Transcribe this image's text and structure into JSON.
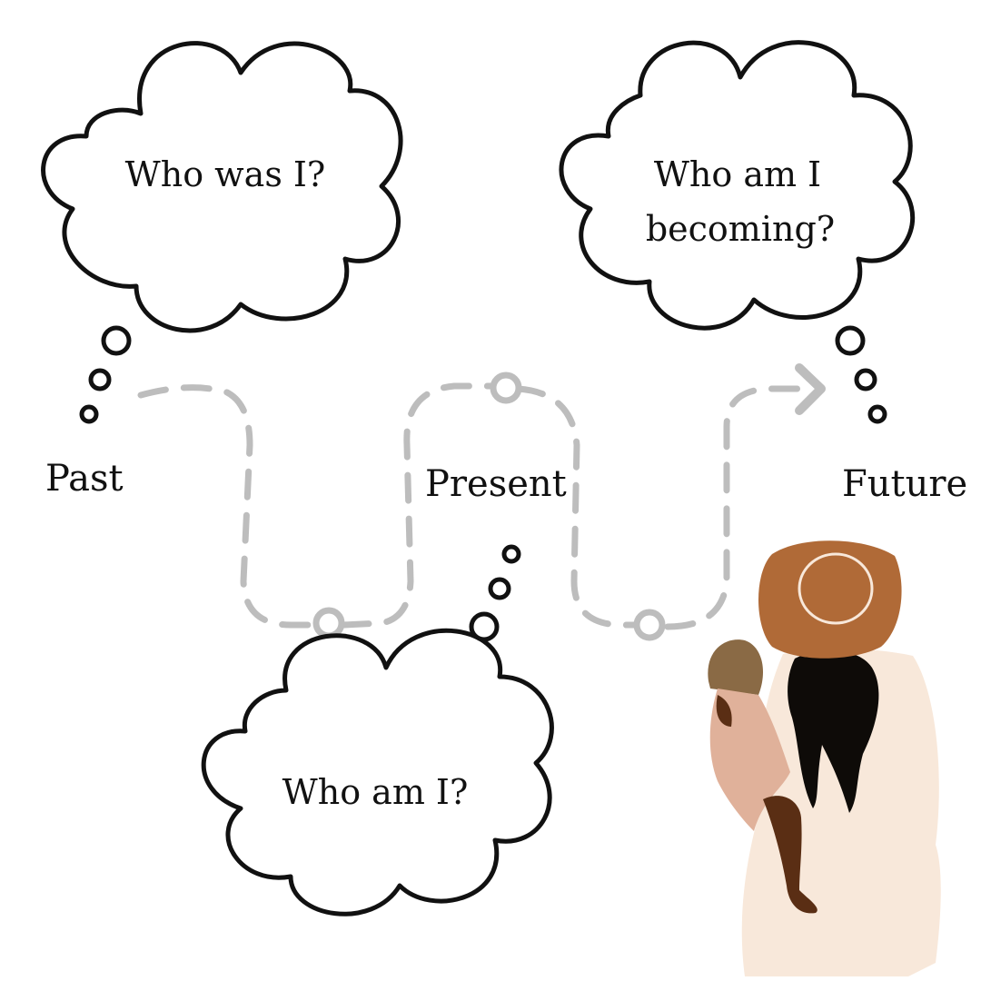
{
  "bubbles": {
    "past": {
      "line1": "Who was I?"
    },
    "present": {
      "line1": "Who am I?"
    },
    "future": {
      "line1": "Who am I",
      "line2": "becoming?"
    }
  },
  "timeline": {
    "past_label": "Past",
    "present_label": "Present",
    "future_label": "Future"
  },
  "colors": {
    "ink": "#111111",
    "path": "#bdbdbd",
    "hat": "#b06a37",
    "robe": "#f8e8da",
    "hair": "#0e0b08",
    "child_skin": "#e0b19a",
    "child_hat": "#8a6a45",
    "child_legs": "#5a2e14"
  },
  "icons": [
    "thought-cloud",
    "thought-dots",
    "path-node",
    "arrow-right-icon",
    "mother-child-illustration"
  ]
}
